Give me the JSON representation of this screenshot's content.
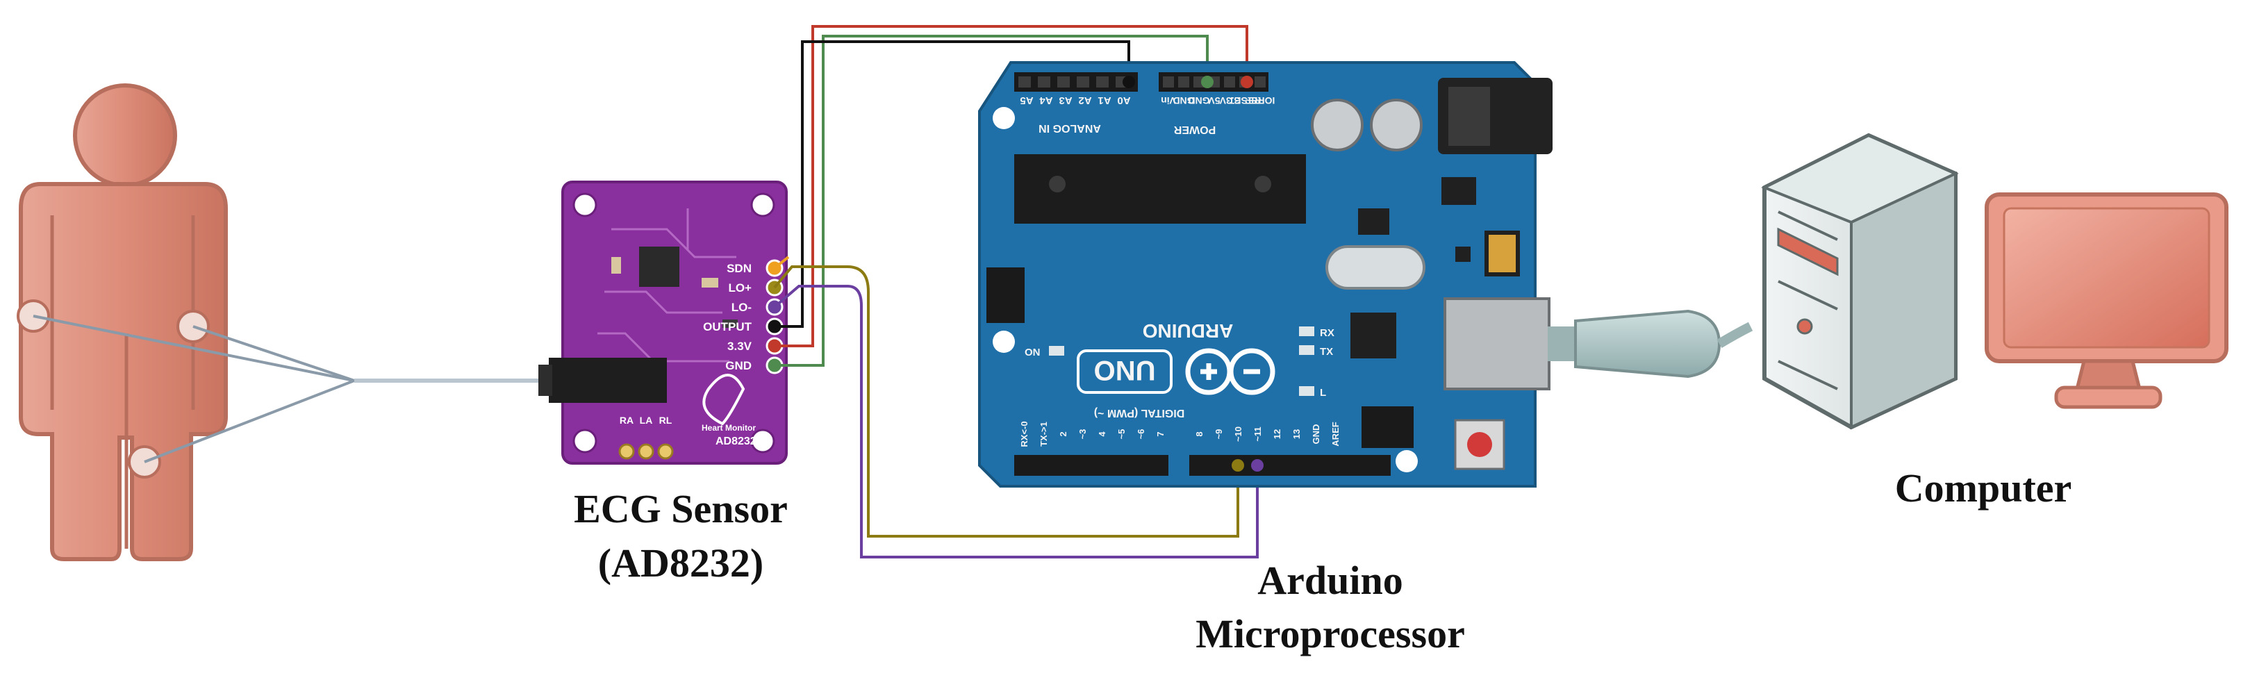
{
  "labels": {
    "ecg_sensor_line1": "ECG Sensor",
    "ecg_sensor_line2": "(AD8232)",
    "arduino_line1": "Arduino",
    "arduino_line2": "Microprocessor",
    "computer": "Computer"
  },
  "ecg_board": {
    "pins": [
      "SDN",
      "LO+",
      "LO-",
      "OUTPUT",
      "3.3V",
      "GND"
    ],
    "bottom_pins": [
      "RA",
      "LA",
      "RL"
    ],
    "part": "AD8232",
    "subtitle": "Heart Monitor"
  },
  "arduino_board": {
    "analog_header": "ANALOG IN",
    "analog_pins": [
      "A5",
      "A4",
      "A3",
      "A2",
      "A1",
      "A0"
    ],
    "power_header": "POWER",
    "power_pins": [
      "Vin",
      "GND",
      "GND",
      "5V",
      "3.3V",
      "RESET",
      "IOREF"
    ],
    "digital_header": "DIGITAL (PWM ~)",
    "digital_pins": [
      "RX<-0",
      "TX->1",
      "2",
      "~3",
      "4",
      "~5",
      "~6",
      "7",
      "8",
      "~9",
      "~10",
      "~11",
      "12",
      "13",
      "GND",
      "AREF"
    ],
    "logo": "ARDUINO",
    "model": "UNO",
    "leds": [
      "ON",
      "RX",
      "TX",
      "L"
    ]
  },
  "colors": {
    "body": "#d98a78",
    "body_stroke": "#b86e5d",
    "ecg_board": "#8a2f9e",
    "arduino_board": "#1f6fa8",
    "wire_red": "#c0392b",
    "wire_green": "#4f8a4f",
    "wire_black": "#111111",
    "wire_yellow": "#8c7a12",
    "wire_purple": "#6b3fa0",
    "cable": "#a9c3c3",
    "monitor": "#e08a78"
  }
}
